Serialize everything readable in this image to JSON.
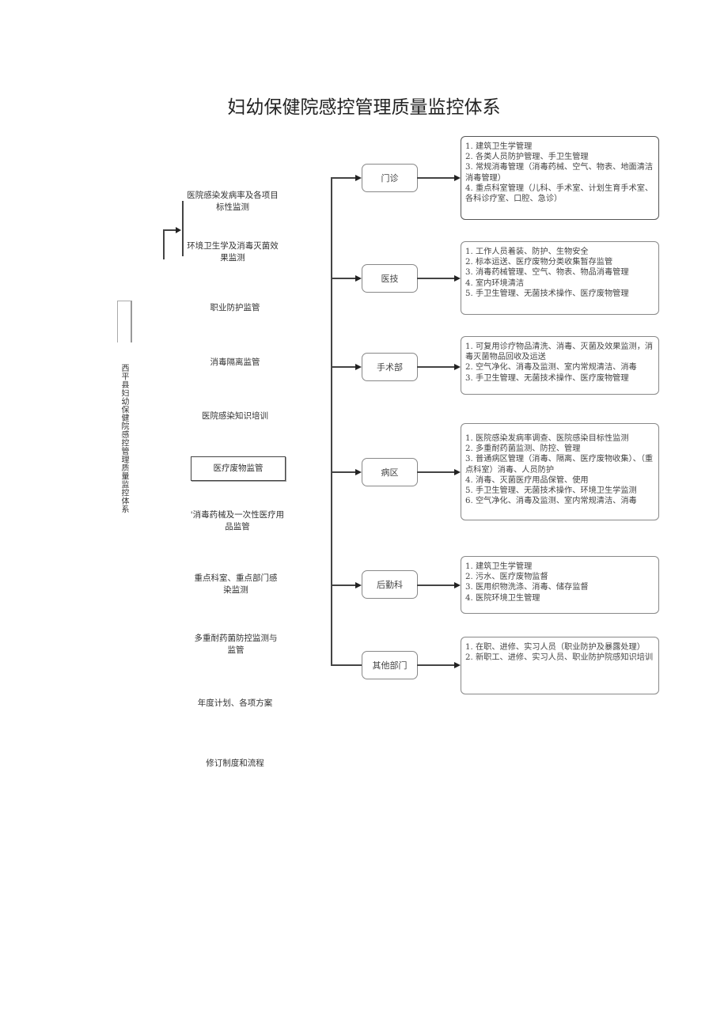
{
  "title": "妇幼保健院感控管理质量监控体系",
  "vertical_label": "西平县妇幼保健院感控管理质量监控体系",
  "left_items": [
    {
      "label": "医院感染发病率及各项目标性监测"
    },
    {
      "label": "环境卫生学及消毒灭菌效果监测"
    },
    {
      "label": "职业防护监管"
    },
    {
      "label": "消毒隔离监管"
    },
    {
      "label": "医院感染知识培训"
    },
    {
      "label": "医疗废物监管"
    },
    {
      "label": "'消毒药械及一次性医疗用品监管"
    },
    {
      "label": "重点科室、重点部门感染监测"
    },
    {
      "label": "多重耐药菌防控监测与监管"
    },
    {
      "label": "年度计划、各项方案"
    },
    {
      "label": "修订制度和流程"
    }
  ],
  "departments": [
    {
      "name": "门诊",
      "details": [
        "1. 建筑卫生学管理",
        "2. 各类人员防护管理、手卫生管理",
        "3. 常规消毒管理（消毒药械、空气、物表、地面清洁消毒管理）",
        "4. 重点科室管理（儿科、手术室、计划生育手术室、各科诊疗室、口腔、急诊）"
      ]
    },
    {
      "name": "医技",
      "details": [
        "1. 工作人员着装、防护、生物安全",
        "2. 标本运送、医疗废物分类收集暂存监管",
        "3. 消毒药械管理、空气、物表、物品消毒管理",
        "4. 室内环境清洁",
        "5. 手卫生管理、无菌技术操作、医疗废物管理"
      ]
    },
    {
      "name": "手术部",
      "details": [
        "1. 可复用诊疗物品清洗、消毒、灭菌及效果监测，消毒灭菌物品回收及运送",
        "2. 空气净化、消毒及监测、室内常规清洁、消毒",
        "3. 手卫生管理、无菌技术操作、医疗废物管理"
      ]
    },
    {
      "name": "病区",
      "details": [
        "1. 医院感染发病率调查、医院感染目标性监测",
        "2. 多重耐药菌监测、防控、管理",
        "3. 普通病区管理（消毒、隔离、医疗废物收集）、（重点科室）消毒、人员防护",
        "4. 消毒、灭菌医疗用品保管、使用",
        "5. 手卫生管理、无菌技术操作、环境卫生学监测",
        "6. 空气净化、消毒及监测、室内常规清洁、消毒"
      ]
    },
    {
      "name": "后勤科",
      "details": [
        "1. 建筑卫生学管理",
        "2. 污水、医疗废物监督",
        "3. 医用织物洗涤、消毒、储存监督",
        "4. 医院环境卫生管理"
      ]
    },
    {
      "name": "其他部门",
      "details": [
        "1. 在职、进修、实习人员（职业防护及暴露处理）",
        "2. 新职工、进修、实习人员、职业防护院感知识培训"
      ]
    }
  ]
}
